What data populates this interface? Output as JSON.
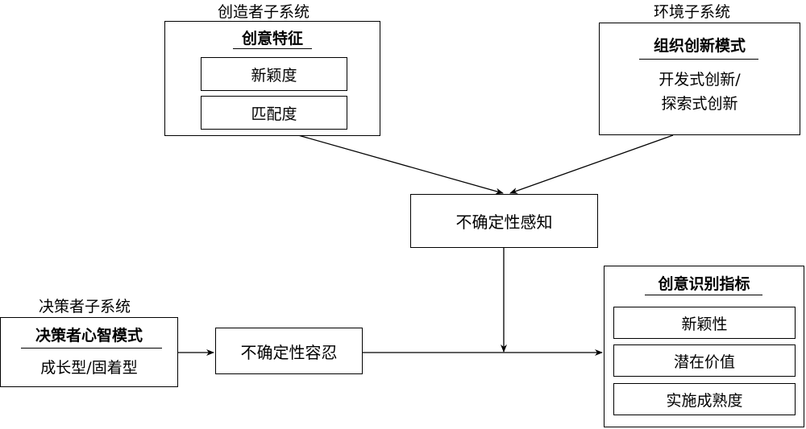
{
  "creator": {
    "subsystem_label": "创造者子系统",
    "title": "创意特征",
    "items": [
      "新颖度",
      "匹配度"
    ]
  },
  "environment": {
    "subsystem_label": "环境子系统",
    "title": "组织创新模式",
    "line1": "开发式创新/",
    "line2": "探索式创新"
  },
  "perception": {
    "label": "不确定性感知"
  },
  "decision": {
    "subsystem_label": "决策者子系统",
    "title": "决策者心智模式",
    "line": "成长型/固着型"
  },
  "tolerance": {
    "label": "不确定性容忍"
  },
  "indicators": {
    "title": "创意识别指标",
    "items": [
      "新颖性",
      "潜在价值",
      "实施成熟度"
    ]
  }
}
